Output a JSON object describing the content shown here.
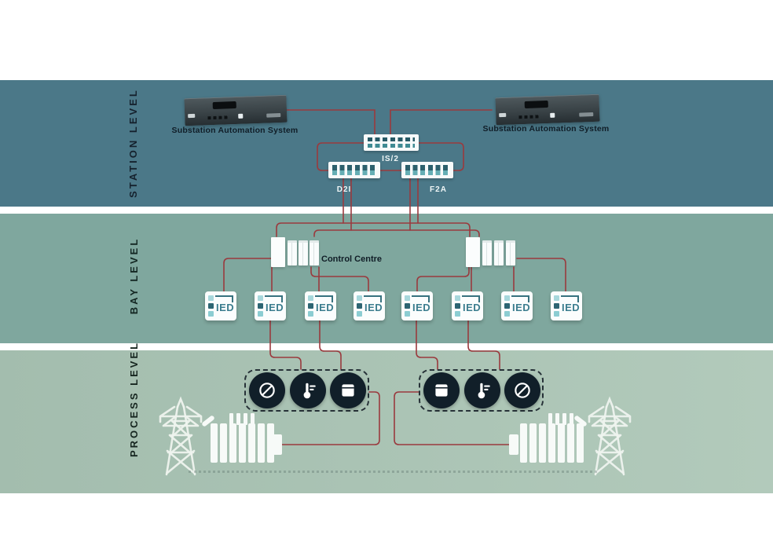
{
  "diagram": {
    "levels": [
      {
        "id": "station",
        "label": "STATION LEVEL"
      },
      {
        "id": "bay",
        "label": "BAY LEVEL"
      },
      {
        "id": "process",
        "label": "PROCESS LEVEL"
      }
    ],
    "station": {
      "servers": [
        {
          "caption": "Substation Automation System"
        },
        {
          "caption": "Substation Automation System"
        }
      ],
      "core_switch_label": "IS/2",
      "left_switch_label": "D2I",
      "right_switch_label": "F2A"
    },
    "bay": {
      "control_centre_label": "Control Centre",
      "ied_units": [
        {
          "label": "IED"
        },
        {
          "label": "IED"
        },
        {
          "label": "IED"
        },
        {
          "label": "IED"
        },
        {
          "label": "IED"
        },
        {
          "label": "IED"
        },
        {
          "label": "IED"
        },
        {
          "label": "IED"
        }
      ]
    },
    "process": {
      "left_sensor_icons": [
        "gauge-icon",
        "thermometer-icon",
        "breaker-icon"
      ],
      "right_sensor_icons": [
        "breaker-icon",
        "thermometer-icon",
        "gauge-icon"
      ],
      "equipment": [
        "transmission-tower-left",
        "transformer-left",
        "transformer-right",
        "transmission-tower-right"
      ]
    },
    "colors": {
      "station_band": "#4b7888",
      "bay_band": "#7fa79e",
      "process_band": "#a9c2b3",
      "connection_line": "#9a3a3e",
      "device_white": "#fbfdfd",
      "sensor_circle": "#111f29",
      "port_dark": "#275a66",
      "port_teal": "#3f8b93",
      "ied_text": "#3b7d8e",
      "label_dark": "#15212d"
    }
  }
}
